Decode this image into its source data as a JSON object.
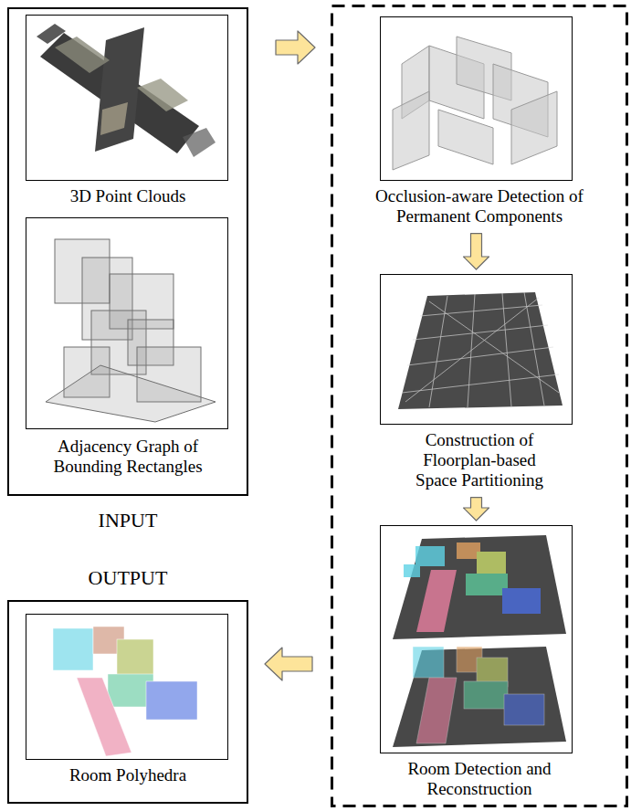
{
  "diagram": {
    "nodes": [
      {
        "text": [
          "INPUT"
        ]
      },
      {
        "text": [
          "3D Point Clouds"
        ],
        "in": 0
      },
      {
        "text": [
          "Adjacency Graph of Bounding Rectangles"
        ],
        "in": 0
      },
      {
        "text": [
          "Occlusion-aware Detection of Permanent Components"
        ]
      },
      {
        "text": [
          "Construction of Floorplan-based Space Partitioning"
        ]
      },
      {
        "text": [
          "Room Detection and Reconstruction"
        ]
      },
      {
        "text": [
          "OUTPUT"
        ]
      },
      {
        "text": [
          "Room Polyhedra"
        ],
        "in": 6
      }
    ],
    "edges": [
      {
        "from": 0,
        "to": 3,
        "arrow": "to"
      },
      {
        "from": 3,
        "to": 4,
        "arrow": "to"
      },
      {
        "from": 4,
        "to": 5,
        "arrow": "to"
      },
      {
        "from": 5,
        "to": 6,
        "arrow": "to"
      }
    ]
  }
}
